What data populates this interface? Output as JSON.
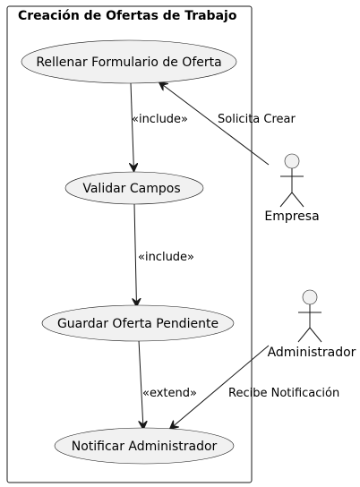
{
  "system": {
    "title": "Creación de Ofertas de Trabajo"
  },
  "use_cases": [
    {
      "id": "rellenar",
      "label": "Rellenar Formulario de Oferta"
    },
    {
      "id": "validar",
      "label": "Validar Campos"
    },
    {
      "id": "guardar",
      "label": "Guardar Oferta Pendiente"
    },
    {
      "id": "notificar",
      "label": "Notificar Administrador"
    }
  ],
  "actors": [
    {
      "id": "empresa",
      "label": "Empresa"
    },
    {
      "id": "administrador",
      "label": "Administrador"
    }
  ],
  "relations": [
    {
      "from": "rellenar",
      "to": "validar",
      "label": "«include»"
    },
    {
      "from": "validar",
      "to": "guardar",
      "label": "«include»"
    },
    {
      "from": "guardar",
      "to": "notificar",
      "label": "«extend»"
    },
    {
      "from": "empresa",
      "to": "rellenar",
      "label": "Solicita Crear"
    },
    {
      "from": "administrador",
      "to": "notificar",
      "label": "Recibe Notificación"
    }
  ]
}
